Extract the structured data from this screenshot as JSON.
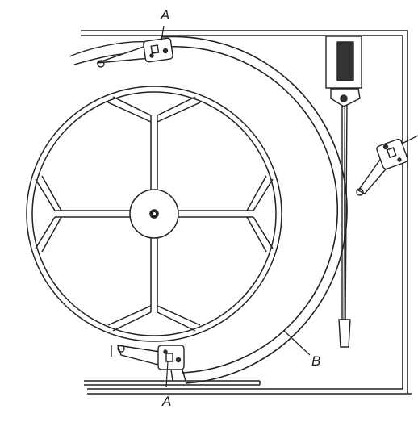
{
  "labels": {
    "top_bracket": "A",
    "bottom_bracket": "A",
    "track_guide": "B"
  },
  "colors": {
    "ink": "#222222",
    "solid": "#333333",
    "background": "#ffffff"
  }
}
